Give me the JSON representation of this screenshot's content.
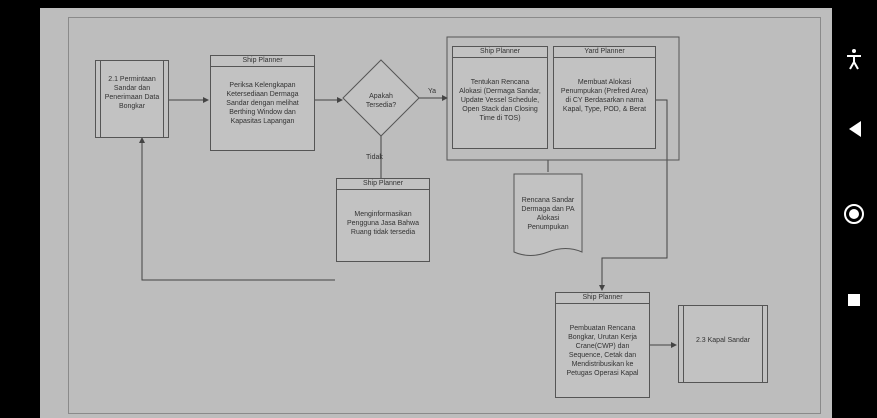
{
  "flowchart": {
    "box_start": "2.1 Permintaan Sandar dan Penerimaan Data Bongkar",
    "box_check": {
      "header": "Ship Planner",
      "text": "Periksa Kelengkapan Ketersediaan Dermaga Sandar dengan melihat Berthing Window dan Kapasitas Lapangan"
    },
    "decision": "Apakah Tersedia?",
    "label_yes": "Ya",
    "label_no": "Tidak",
    "box_inform": {
      "header": "Ship Planner",
      "text": "Menginformasikan Pengguna Jasa Bahwa Ruang tidak tersedia"
    },
    "box_plan": {
      "header": "Ship Planner",
      "text": "Tentukan Rencana Alokasi (Dermaga Sandar, Update Vessel Schedule, Open Stack dan Closing Time di TOS)"
    },
    "box_yard": {
      "header": "Yard Planner",
      "text": "Membuat Alokasi Penumpukan (Prefred Area) di CY Berdasarkan nama Kapal, Type, POD, & Berat"
    },
    "doc_shape": "Rencana Sandar Dermaga dan PA Alokasi Penumpukan",
    "box_unload": {
      "header": "Ship Planner",
      "text": "Pembuatan Rencana Bongkar, Urutan Kerja Crane(CWP) dan Sequence, Cetak dan Mendistribusikan ke Petugas Operasi Kapal"
    },
    "box_end": "2.3 Kapal Sandar"
  },
  "nav": {
    "accessibility_icon": "accessibility-icon",
    "back_icon": "back-triangle-icon",
    "home_icon": "home-circle-icon",
    "recents_icon": "recents-square-icon"
  }
}
